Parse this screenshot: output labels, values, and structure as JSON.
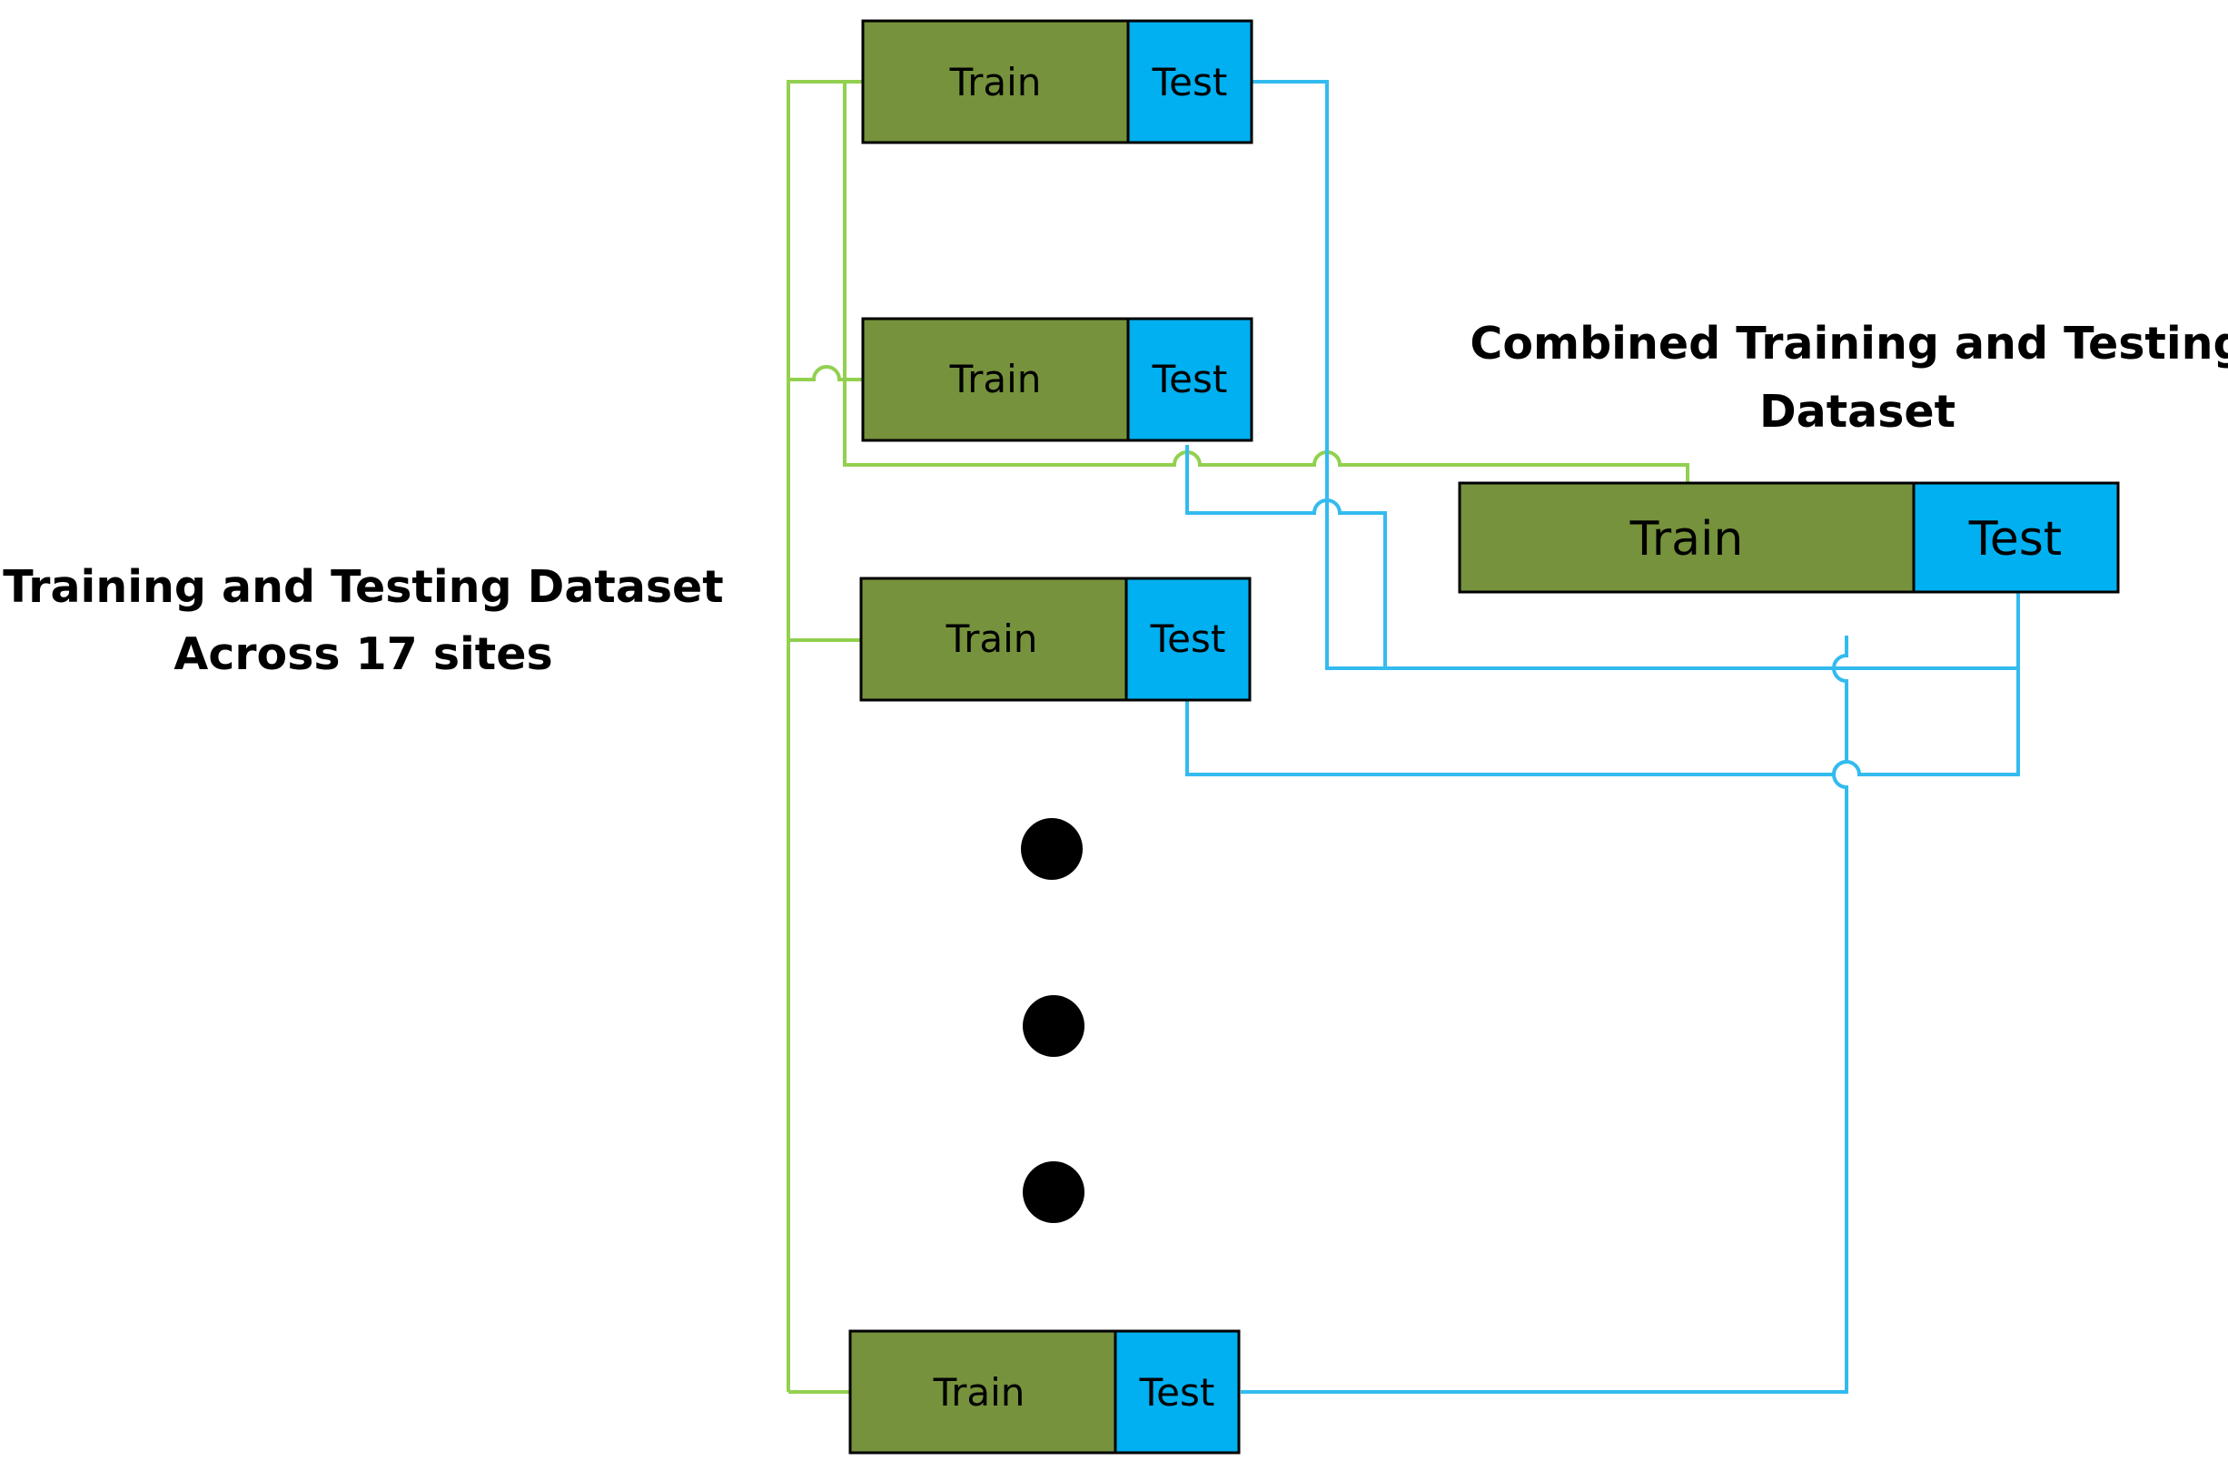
{
  "left_caption": {
    "line1": "Training and Testing Dataset",
    "line2": "Across 17 sites"
  },
  "combined_caption": {
    "line1": "Combined Training and Testing",
    "line2": "Dataset"
  },
  "sites": [
    {
      "train_label": "Train",
      "test_label": "Test"
    },
    {
      "train_label": "Train",
      "test_label": "Test"
    },
    {
      "train_label": "Train",
      "test_label": "Test"
    },
    {
      "train_label": "Train",
      "test_label": "Test"
    }
  ],
  "combined": {
    "train_label": "Train",
    "test_label": "Test"
  },
  "colors": {
    "train": "#76923c",
    "test": "#00b0f0",
    "train_link": "#92d050",
    "test_link": "#33bbef"
  }
}
